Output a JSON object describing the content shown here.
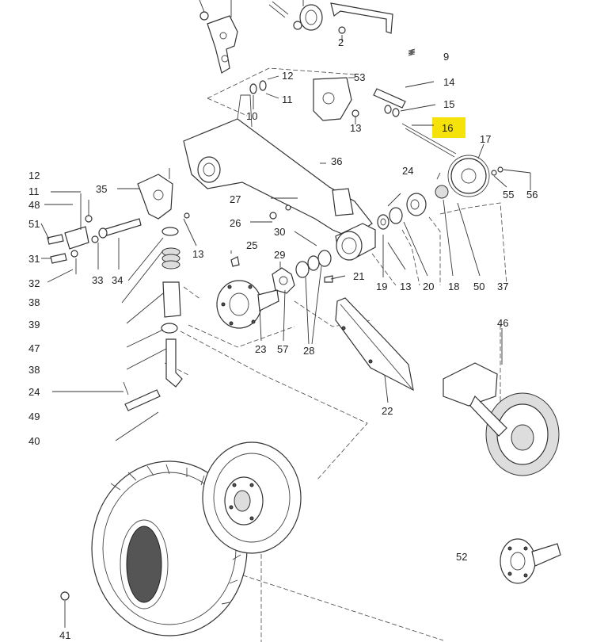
{
  "highlight_color": "#f5e20a",
  "callouts": {
    "c2": "2",
    "c9": "9",
    "c12a": "12",
    "c53": "53",
    "c14": "14",
    "c11a": "11",
    "c10": "10",
    "c15": "15",
    "c13a": "13",
    "c16": "16",
    "c17": "17",
    "c36": "36",
    "c24a": "24",
    "c12b": "12",
    "c11b": "11",
    "c35": "35",
    "c48": "48",
    "c51": "51",
    "c27": "27",
    "c55": "55",
    "c56": "56",
    "c26": "26",
    "c13b": "13",
    "c30": "30",
    "c25": "25",
    "c31": "31",
    "c33": "33",
    "c34": "34",
    "c32": "32",
    "c29": "29",
    "c21": "21",
    "c19": "19",
    "c13c": "13",
    "c20": "20",
    "c18": "18",
    "c50": "50",
    "c37": "37",
    "c38a": "38",
    "c39": "39",
    "c46": "46",
    "c23": "23",
    "c57": "57",
    "c28": "28",
    "c47": "47",
    "c38b": "38",
    "c22": "22",
    "c24b": "24",
    "c49": "49",
    "c40": "40",
    "c52": "52",
    "c41": "41"
  }
}
